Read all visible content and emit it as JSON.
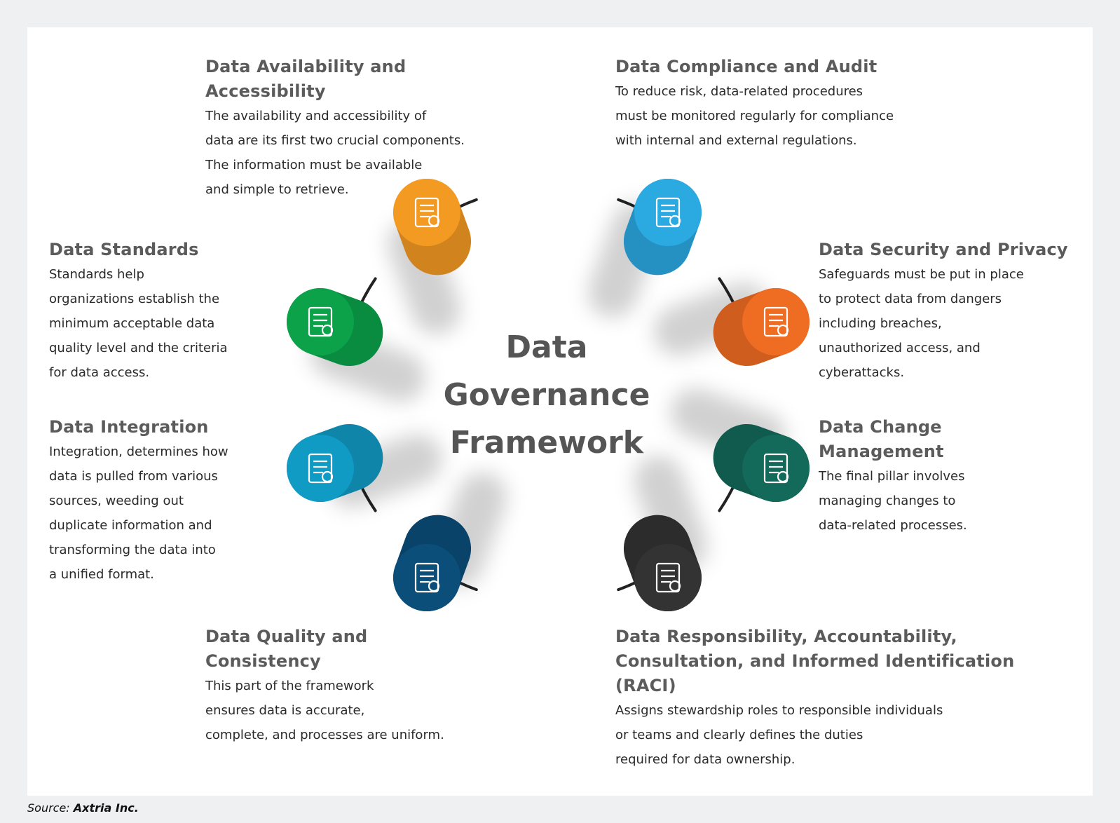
{
  "title": {
    "line1": "Data",
    "line2": "Governance",
    "line3": "Framework"
  },
  "pillars": [
    {
      "heading": "Data Availability and Accessibility",
      "lines": [
        "The availability and accessibility of",
        "data are its first two crucial components.",
        "The information must be available",
        "and simple to retrieve."
      ],
      "icon": "data-access-icon",
      "color": "#f39a23"
    },
    {
      "heading": "Data Standards",
      "lines": [
        "Standards help",
        "organizations establish the",
        "minimum acceptable data",
        "quality level and the criteria",
        "for data access."
      ],
      "icon": "checklist-award-icon",
      "color": "#0ba24a"
    },
    {
      "heading": "Data Integration",
      "lines": [
        "Integration, determines how",
        "data is pulled from various",
        "sources, weeding out",
        "duplicate information and",
        "transforming the data into",
        "a unified format."
      ],
      "icon": "database-gears-icon",
      "color": "#109bc4"
    },
    {
      "heading": "Data Quality and Consistency",
      "lines": [
        "This part of the framework",
        "ensures data is accurate,",
        "complete, and processes are uniform."
      ],
      "icon": "quality-database-icon",
      "color": "#0b4e7a"
    },
    {
      "heading": "Data Compliance and Audit",
      "lines": [
        "To reduce risk, data-related procedures",
        "must be monitored regularly for compliance",
        "with internal and external regulations."
      ],
      "icon": "report-search-icon",
      "color": "#2ba9e1"
    },
    {
      "heading": "Data Security and Privacy",
      "lines": [
        "Safeguards must be put in place",
        "to protect data from dangers",
        "including breaches,",
        "unauthorized access, and",
        "cyberattacks."
      ],
      "icon": "shield-lock-icon",
      "color": "#ef6c23"
    },
    {
      "heading": "Data Change Management",
      "lines": [
        "The final pillar involves",
        "managing changes to",
        "data-related processes."
      ],
      "icon": "database-sync-icon",
      "color": "#136a5a"
    },
    {
      "heading": "Data Responsibility, Accountability, Consultation, and Informed Identification (RACI)",
      "lines": [
        "Assigns stewardship roles to responsible individuals",
        "or teams and clearly defines the duties",
        "required for data ownership."
      ],
      "icon": "user-settings-icon",
      "color": "#333333"
    }
  ],
  "source": {
    "label": "Source:",
    "value": "Axtria Inc."
  }
}
